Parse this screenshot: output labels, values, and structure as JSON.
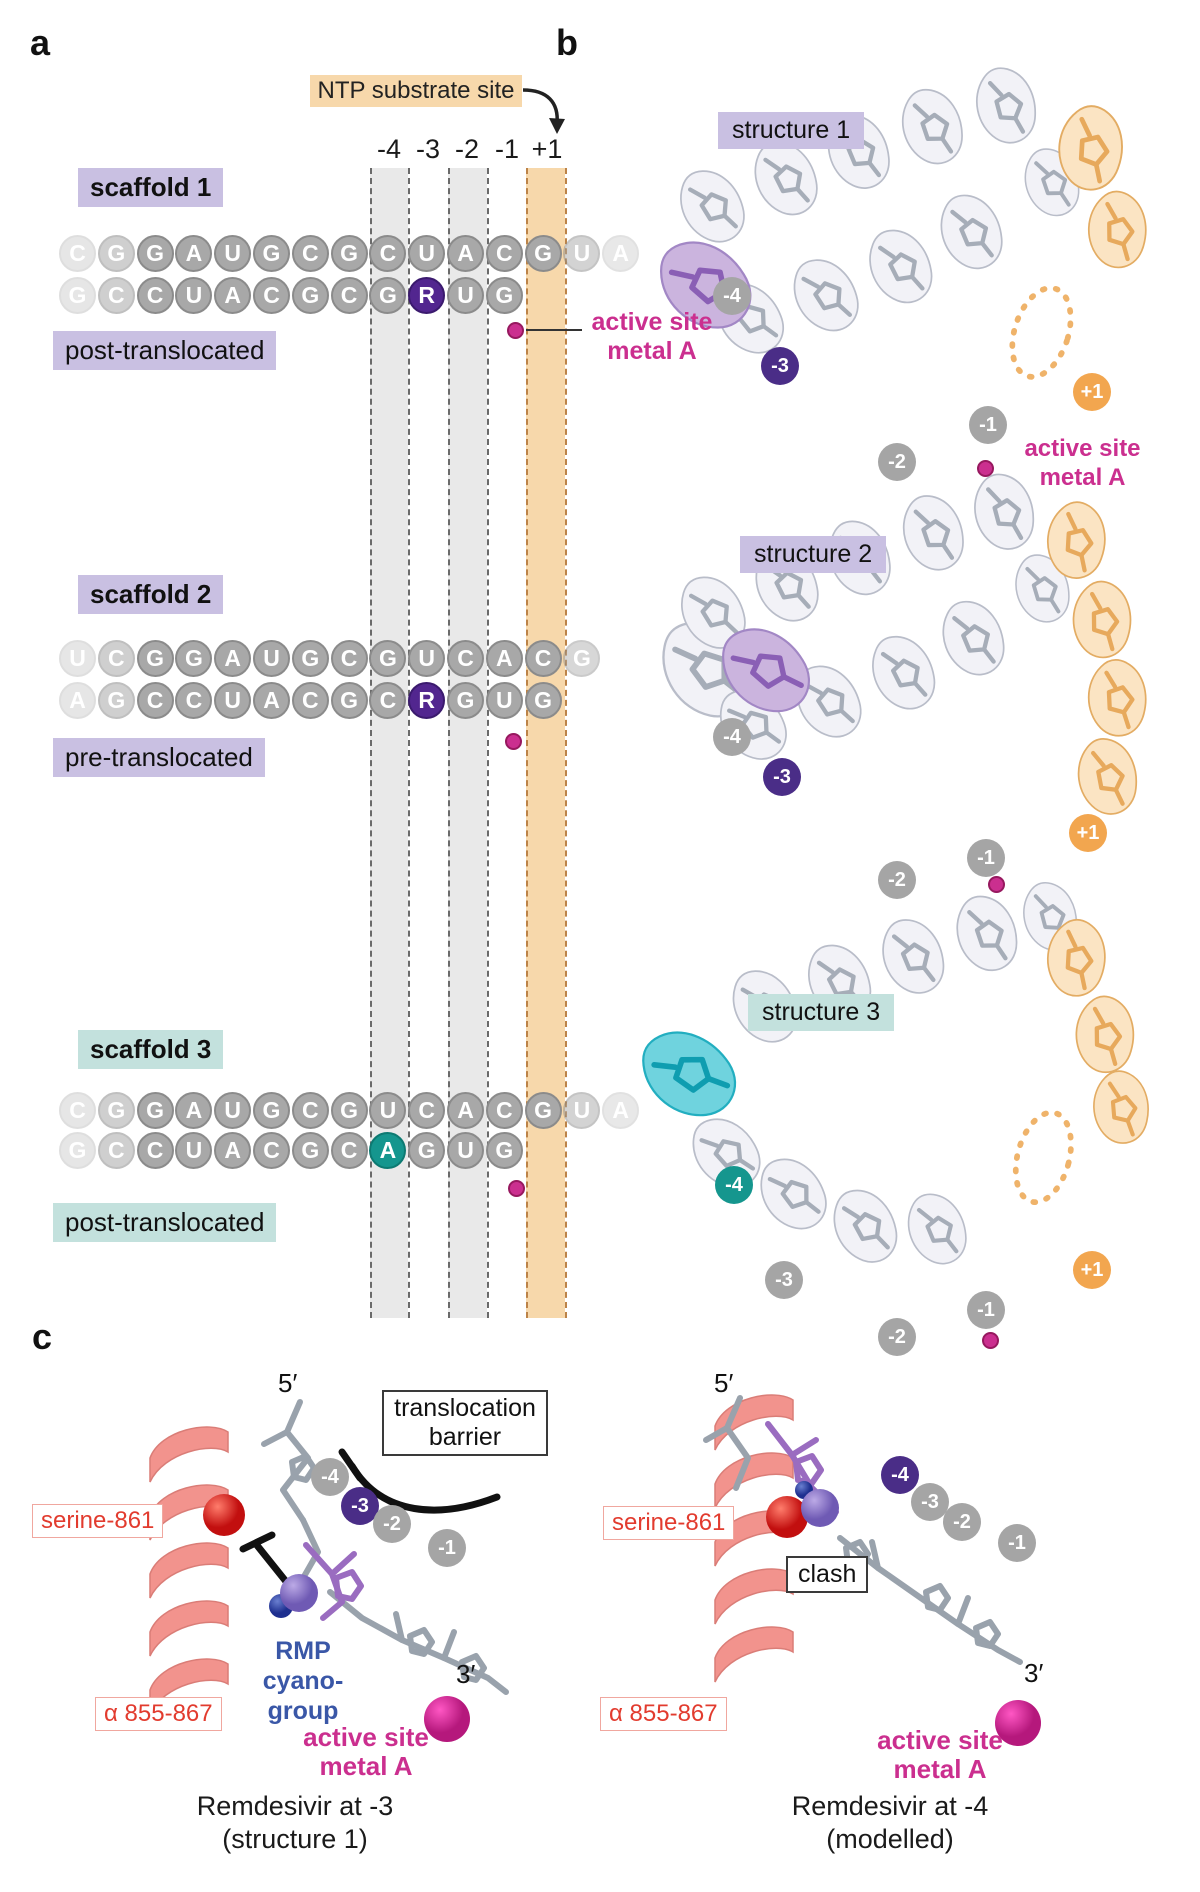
{
  "panel_labels": {
    "a": "a",
    "b": "b",
    "c": "c"
  },
  "colors": {
    "lavender": "#c9c0e2",
    "teal": "#c3e1dd",
    "orange_band": "#f7d8ab",
    "gray_band": "#e9e9e9",
    "circle_gray": "#a8a8a8",
    "rmp_purple": "#52268f",
    "amp_teal": "#15968e",
    "metal_magenta": "#cb2f8f",
    "badge_orange": "#f2a64f",
    "badge_purple": "#4a2d87",
    "helix_salmon": "#f2938d",
    "residue_red": "#e23b2e",
    "cyano_blue": "#3a57a7"
  },
  "panel_a": {
    "ntp_site_label": "NTP substrate site",
    "position_labels": [
      "-4",
      "-3",
      "-2",
      "-1",
      "+1"
    ],
    "active_site_metal": {
      "line1": "active site",
      "line2": "metal A"
    },
    "scaffolds": [
      {
        "name": "scaffold 1",
        "state": "post-translocated",
        "theme": "lavender",
        "template_strand": {
          "letters": [
            "C",
            "G",
            "G",
            "A",
            "U",
            "G",
            "C",
            "G",
            "C",
            "U",
            "A",
            "C",
            "G",
            "U",
            "A"
          ],
          "opacity": [
            0.28,
            0.55,
            1,
            1,
            1,
            1,
            1,
            1,
            1,
            1,
            1,
            1,
            1,
            0.5,
            0.25
          ]
        },
        "product_strand": {
          "letters": [
            "G",
            "C",
            "C",
            "U",
            "A",
            "C",
            "G",
            "C",
            "G",
            "R",
            "U",
            "G"
          ],
          "opacity": [
            0.28,
            0.55,
            1,
            1,
            1,
            1,
            1,
            1,
            1,
            1,
            1,
            1
          ],
          "special_index": 9,
          "special_class": "sp-purple",
          "special_meaning": "remdesivir-monophosphate"
        }
      },
      {
        "name": "scaffold 2",
        "state": "pre-translocated",
        "theme": "lavender",
        "template_strand": {
          "letters": [
            "U",
            "C",
            "G",
            "G",
            "A",
            "U",
            "G",
            "C",
            "G",
            "U",
            "C",
            "A",
            "C",
            "G"
          ],
          "opacity": [
            0.28,
            0.55,
            1,
            1,
            1,
            1,
            1,
            1,
            1,
            1,
            1,
            1,
            1,
            0.45
          ]
        },
        "product_strand": {
          "letters": [
            "A",
            "G",
            "C",
            "C",
            "U",
            "A",
            "C",
            "G",
            "C",
            "R",
            "G",
            "U",
            "G"
          ],
          "opacity": [
            0.28,
            0.55,
            1,
            1,
            1,
            1,
            1,
            1,
            1,
            1,
            1,
            1,
            1
          ],
          "special_index": 9,
          "special_class": "sp-purple",
          "special_meaning": "remdesivir-monophosphate"
        }
      },
      {
        "name": "scaffold 3",
        "state": "post-translocated",
        "theme": "tealbg",
        "template_strand": {
          "letters": [
            "C",
            "G",
            "G",
            "A",
            "U",
            "G",
            "C",
            "G",
            "U",
            "C",
            "A",
            "C",
            "G",
            "U",
            "A"
          ],
          "opacity": [
            0.28,
            0.55,
            1,
            1,
            1,
            1,
            1,
            1,
            1,
            1,
            1,
            1,
            1,
            0.5,
            0.25
          ]
        },
        "product_strand": {
          "letters": [
            "G",
            "C",
            "C",
            "U",
            "A",
            "C",
            "G",
            "C",
            "A",
            "G",
            "U",
            "G"
          ],
          "opacity": [
            0.28,
            0.55,
            1,
            1,
            1,
            1,
            1,
            1,
            1,
            1,
            1,
            1
          ],
          "special_index": 8,
          "special_class": "sp-teal",
          "special_meaning": "adenosine-monophosphate"
        }
      }
    ]
  },
  "panel_b": {
    "structures": [
      {
        "label": "structure 1",
        "theme": "lavender",
        "badges": {
          "m4": "-4",
          "m3": "-3",
          "m2": "-2",
          "m1": "-1",
          "p1": "+1"
        },
        "metal": {
          "line1": "active site",
          "line2": "metal A"
        }
      },
      {
        "label": "structure 2",
        "theme": "lavender",
        "badges": {
          "m4": "-4",
          "m3": "-3",
          "m2": "-2",
          "m1": "-1",
          "p1": "+1"
        }
      },
      {
        "label": "structure 3",
        "theme": "tealbg",
        "badges": {
          "m4": "-4",
          "m3": "-3",
          "m2": "-2",
          "m1": "-1",
          "p1": "+1"
        }
      }
    ]
  },
  "panel_c": {
    "left": {
      "five_prime": "5′",
      "three_prime": "3′",
      "residue_label": "serine-861",
      "helix_label": "α 855-867",
      "barrier": {
        "line1": "translocation",
        "line2": "barrier"
      },
      "cyano": {
        "line1": "RMP",
        "line2": "cyano-group"
      },
      "metal": {
        "line1": "active site",
        "line2": "metal A"
      },
      "badges": {
        "m4": "-4",
        "m3": "-3",
        "m2": "-2",
        "m1": "-1"
      },
      "caption": {
        "line1": "Remdesivir at -3",
        "line2": "(structure 1)"
      }
    },
    "right": {
      "five_prime": "5′",
      "three_prime": "3′",
      "residue_label": "serine-861",
      "helix_label": "α 855-867",
      "clash": "clash",
      "metal": {
        "line1": "active site",
        "line2": "metal A"
      },
      "badges": {
        "m4": "-4",
        "m3": "-3",
        "m2": "-2",
        "m1": "-1"
      },
      "caption": {
        "line1": "Remdesivir at -4",
        "line2": "(modelled)"
      }
    }
  }
}
